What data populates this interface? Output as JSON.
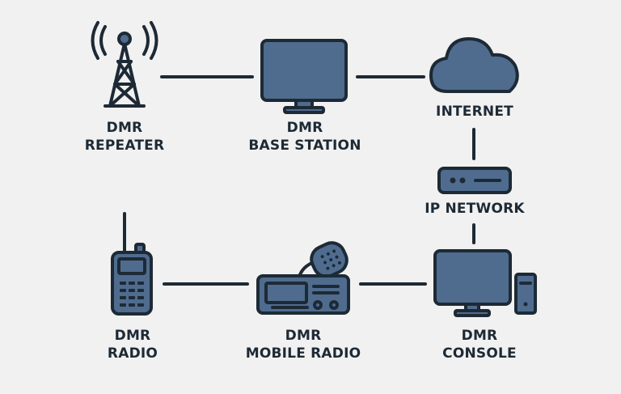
{
  "colors": {
    "background": "#f1f1f1",
    "device_fill": "#4f6c8f",
    "outline": "#1d2a35",
    "text": "#1d2a35"
  },
  "nodes": {
    "repeater": {
      "line1": "DMR",
      "line2": "REPEATER",
      "icon": "radio-tower-icon"
    },
    "base_station": {
      "line1": "DMR",
      "line2": "BASE STATION",
      "icon": "monitor-icon"
    },
    "internet": {
      "line1": "INTERNET",
      "icon": "cloud-icon"
    },
    "ip_network": {
      "line1": "IP NETWORK",
      "icon": "router-icon"
    },
    "radio": {
      "line1": "DMR",
      "line2": "RADIO",
      "icon": "handheld-radio-icon"
    },
    "mobile_radio": {
      "line1": "DMR",
      "line2": "MOBILE RADIO",
      "icon": "mobile-radio-icon"
    },
    "console": {
      "line1": "DMR",
      "line2": "CONSOLE",
      "icon": "desktop-computer-icon"
    }
  }
}
